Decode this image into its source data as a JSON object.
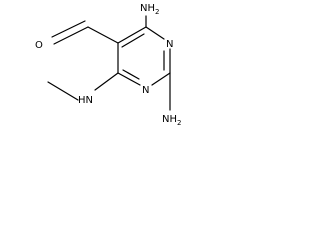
{
  "molecule": {
    "atoms": {
      "amine_top": {
        "main": "NH",
        "sub": "2"
      },
      "amine_right": {
        "main": "NH",
        "sub": "2"
      },
      "amine_left": {
        "main": "HN",
        "sub": ""
      },
      "ring_n_top": {
        "main": "N",
        "sub": ""
      },
      "ring_n_bottom": {
        "main": "N",
        "sub": ""
      },
      "aldehyde_o": {
        "main": "O",
        "sub": ""
      }
    }
  }
}
